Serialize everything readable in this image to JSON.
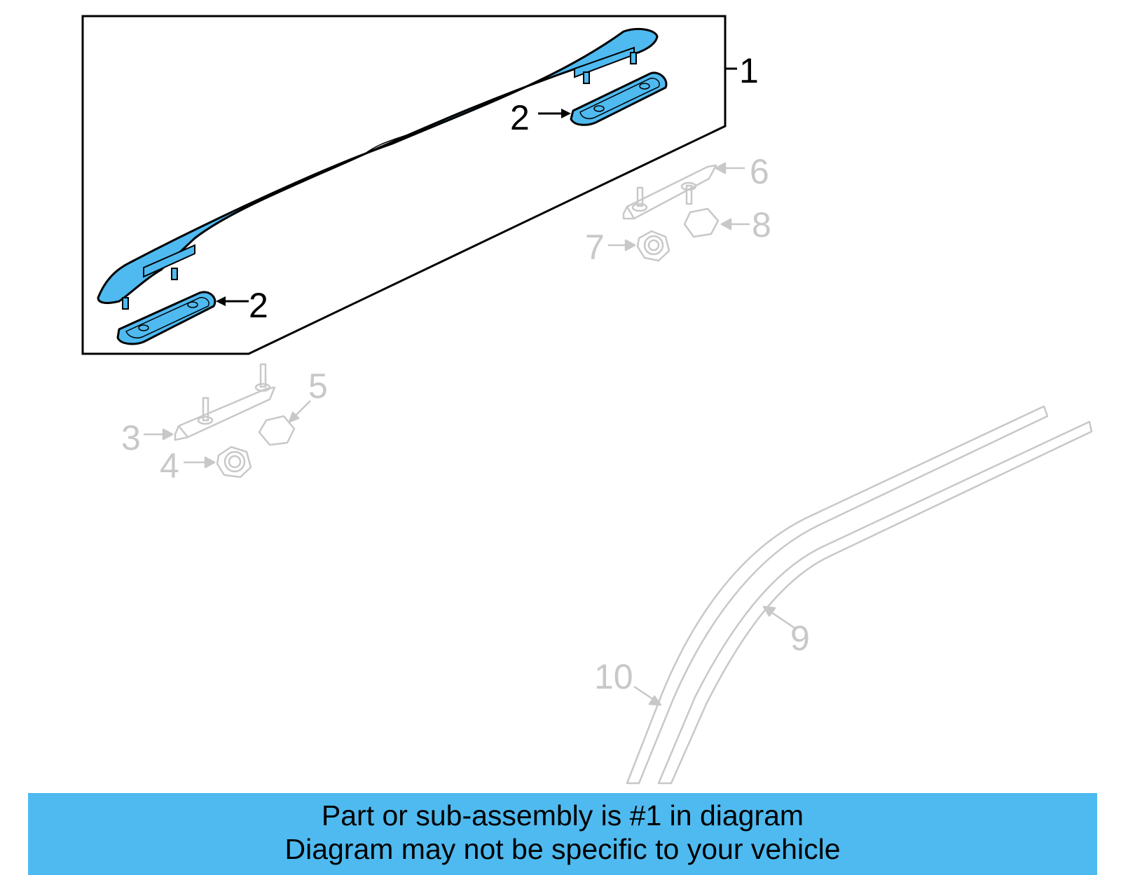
{
  "callouts": {
    "c1": "1",
    "c2a": "2",
    "c2b": "2",
    "c3": "3",
    "c4": "4",
    "c5": "5",
    "c6": "6",
    "c7": "7",
    "c8": "8",
    "c9": "9",
    "c10": "10"
  },
  "banner": {
    "line1": "Part or sub-assembly is #1 in diagram",
    "line2": "Diagram may not be specific to your vehicle"
  },
  "colors": {
    "highlight": "#4fbaf0",
    "outline": "#000000",
    "ghost": "#c8c8c8"
  }
}
